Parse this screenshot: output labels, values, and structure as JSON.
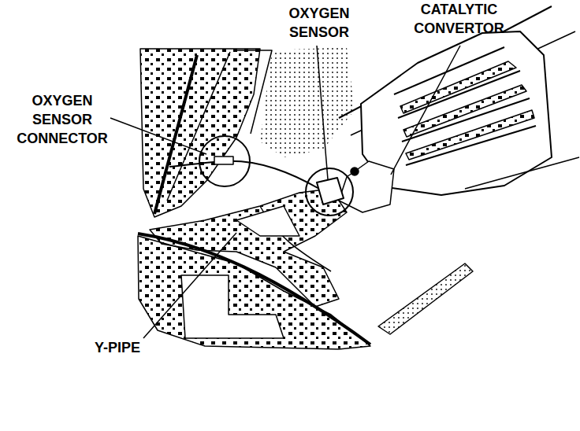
{
  "diagram": {
    "labels": [
      "OXYGEN SENSOR",
      "CATALYTIC CONVERTOR",
      "OXYGEN SENSOR CONNECTOR",
      "Y-PIPE"
    ]
  }
}
